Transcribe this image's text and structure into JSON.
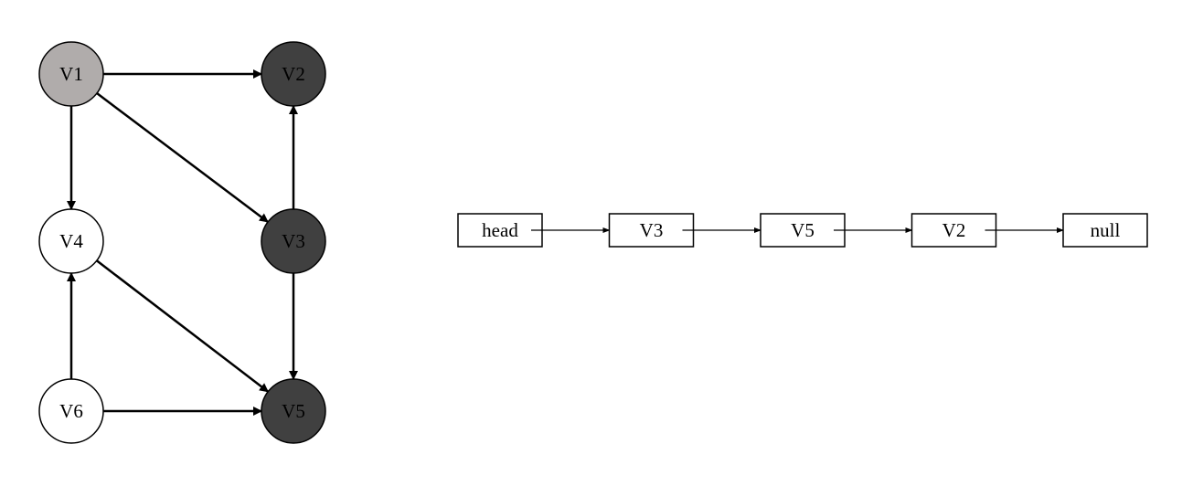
{
  "graph": {
    "nodes": [
      {
        "id": "V1",
        "label": "V1",
        "state": "visiting"
      },
      {
        "id": "V2",
        "label": "V2",
        "state": "finished"
      },
      {
        "id": "V3",
        "label": "V3",
        "state": "finished"
      },
      {
        "id": "V4",
        "label": "V4",
        "state": "unvisited"
      },
      {
        "id": "V5",
        "label": "V5",
        "state": "finished"
      },
      {
        "id": "V6",
        "label": "V6",
        "state": "unvisited"
      }
    ],
    "edges": [
      {
        "from": "V1",
        "to": "V2"
      },
      {
        "from": "V1",
        "to": "V4"
      },
      {
        "from": "V1",
        "to": "V3"
      },
      {
        "from": "V3",
        "to": "V2"
      },
      {
        "from": "V3",
        "to": "V5"
      },
      {
        "from": "V4",
        "to": "V5"
      },
      {
        "from": "V6",
        "to": "V4"
      },
      {
        "from": "V6",
        "to": "V5"
      }
    ]
  },
  "linked_list": {
    "items": [
      "head",
      "V3",
      "V5",
      "V2",
      "null"
    ]
  },
  "colors": {
    "visiting": "#b0acab",
    "finished": "#404040",
    "unvisited": "#ffffff",
    "stroke": "#000000"
  }
}
